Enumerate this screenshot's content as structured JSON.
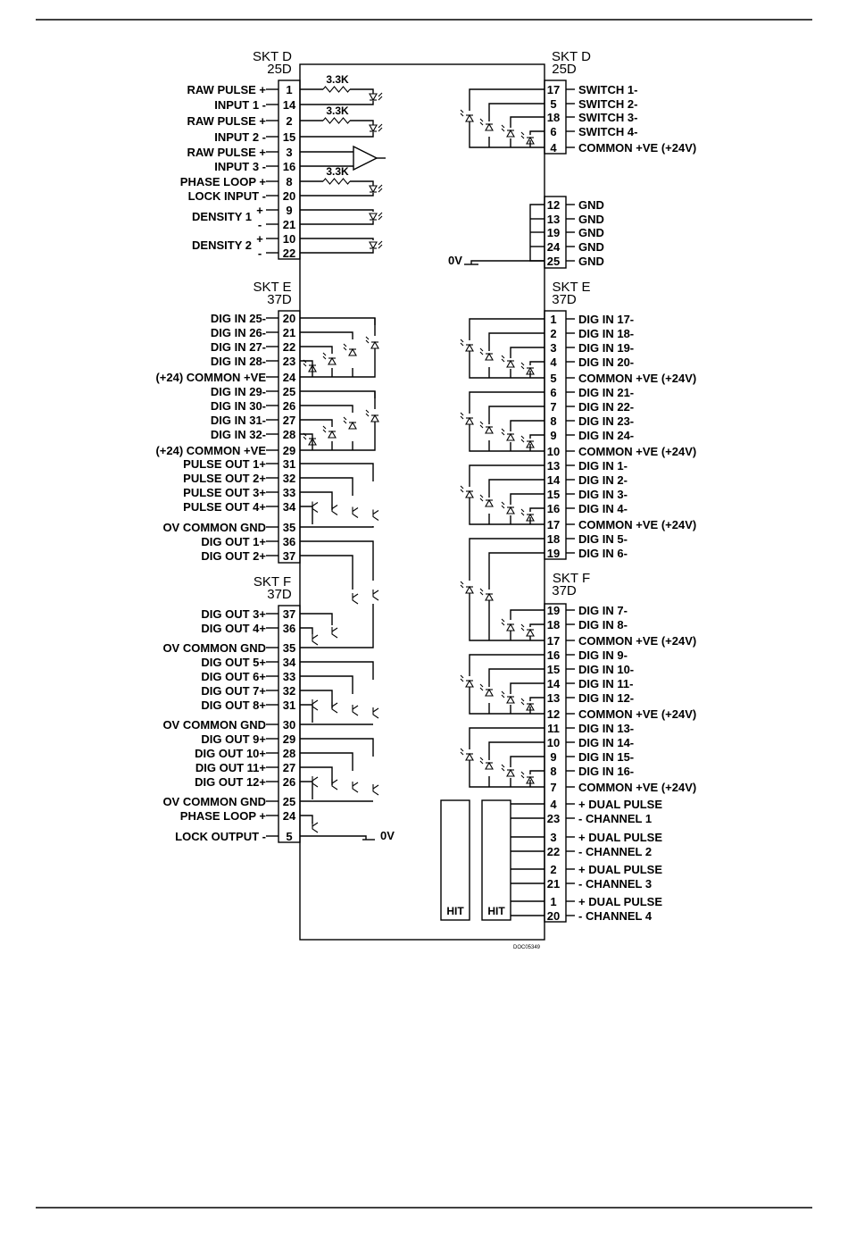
{
  "left": {
    "sktD": {
      "header": [
        "SKT D",
        "25D"
      ],
      "rows": [
        {
          "label": "RAW PULSE +",
          "pin": "1"
        },
        {
          "label": "INPUT 1 -",
          "pin": "14"
        },
        {
          "label": "RAW PULSE +",
          "pin": "2"
        },
        {
          "label": "INPUT 2 -",
          "pin": "15"
        },
        {
          "label": "RAW PULSE +",
          "pin": "3"
        },
        {
          "label": "INPUT 3 -",
          "pin": "16"
        },
        {
          "label": "PHASE LOOP +",
          "pin": "8"
        },
        {
          "label": "LOCK INPUT -",
          "pin": "20"
        },
        {
          "label": "",
          "pin": "9"
        },
        {
          "label": "",
          "pin": "21"
        },
        {
          "label": "",
          "pin": "10"
        },
        {
          "label": "",
          "pin": "22"
        }
      ],
      "density": [
        {
          "label": "DENSITY 1",
          "plus": "+",
          "minus": "-"
        },
        {
          "label": "DENSITY 2",
          "plus": "+",
          "minus": "-"
        }
      ],
      "resistors": [
        "3.3K",
        "3.3K",
        "3.3K"
      ]
    },
    "sktE": {
      "header": [
        "SKT E",
        "37D"
      ],
      "rows": [
        {
          "label": "DIG IN 25-",
          "pin": "20"
        },
        {
          "label": "DIG IN 26-",
          "pin": "21"
        },
        {
          "label": "DIG IN 27-",
          "pin": "22"
        },
        {
          "label": "DIG IN 28-",
          "pin": "23"
        },
        {
          "label": "(+24) COMMON +VE",
          "pin": "24"
        },
        {
          "label": "DIG IN 29-",
          "pin": "25"
        },
        {
          "label": "DIG IN 30-",
          "pin": "26"
        },
        {
          "label": "DIG IN 31-",
          "pin": "27"
        },
        {
          "label": "DIG IN 32-",
          "pin": "28"
        },
        {
          "label": "(+24) COMMON +VE",
          "pin": "29"
        },
        {
          "label": "PULSE OUT 1+",
          "pin": "31"
        },
        {
          "label": "PULSE OUT 2+",
          "pin": "32"
        },
        {
          "label": "PULSE OUT 3+",
          "pin": "33"
        },
        {
          "label": "PULSE OUT 4+",
          "pin": "34"
        },
        {
          "label": "OV COMMON GND",
          "pin": "35"
        },
        {
          "label": "DIG OUT 1+",
          "pin": "36"
        },
        {
          "label": "DIG OUT 2+",
          "pin": "37"
        }
      ]
    },
    "sktF": {
      "header": [
        "SKT F",
        "37D"
      ],
      "rows": [
        {
          "label": "DIG OUT 3+",
          "pin": "37"
        },
        {
          "label": "DIG OUT 4+",
          "pin": "36"
        },
        {
          "label": "OV COMMON GND",
          "pin": "35"
        },
        {
          "label": "DIG OUT 5+",
          "pin": "34"
        },
        {
          "label": "DIG OUT 6+",
          "pin": "33"
        },
        {
          "label": "DIG OUT 7+",
          "pin": "32"
        },
        {
          "label": "DIG OUT 8+",
          "pin": "31"
        },
        {
          "label": "OV COMMON GND",
          "pin": "30"
        },
        {
          "label": "DIG OUT 9+",
          "pin": "29"
        },
        {
          "label": "DIG OUT 10+",
          "pin": "28"
        },
        {
          "label": "DIG OUT 11+",
          "pin": "27"
        },
        {
          "label": "DIG OUT 12+",
          "pin": "26"
        },
        {
          "label": "OV COMMON GND",
          "pin": "25"
        },
        {
          "label": "PHASE LOOP +",
          "pin": "24"
        },
        {
          "label": "LOCK OUTPUT -",
          "pin": "5"
        }
      ],
      "ov_label": "0V"
    }
  },
  "right": {
    "sktD": {
      "header": [
        "SKT D",
        "25D"
      ],
      "rows": [
        {
          "label": "SWITCH 1-",
          "pin": "17"
        },
        {
          "label": "SWITCH 2-",
          "pin": "5"
        },
        {
          "label": "SWITCH 3-",
          "pin": "18"
        },
        {
          "label": "SWITCH 4-",
          "pin": "6"
        },
        {
          "label": "COMMON +VE (+24V)",
          "pin": "4"
        },
        {
          "label": "GND",
          "pin": "12"
        },
        {
          "label": "GND",
          "pin": "13"
        },
        {
          "label": "GND",
          "pin": "19"
        },
        {
          "label": "GND",
          "pin": "24"
        },
        {
          "label": "GND",
          "pin": "25"
        }
      ],
      "ov_label": "0V"
    },
    "sktE": {
      "header": [
        "SKT E",
        "37D"
      ],
      "rows": [
        {
          "label": "DIG IN 17-",
          "pin": "1"
        },
        {
          "label": "DIG IN 18-",
          "pin": "2"
        },
        {
          "label": "DIG IN 19-",
          "pin": "3"
        },
        {
          "label": "DIG IN 20-",
          "pin": "4"
        },
        {
          "label": "COMMON +VE (+24V)",
          "pin": "5"
        },
        {
          "label": "DIG IN 21-",
          "pin": "6"
        },
        {
          "label": "DIG IN 22-",
          "pin": "7"
        },
        {
          "label": "DIG IN 23-",
          "pin": "8"
        },
        {
          "label": "DIG IN 24-",
          "pin": "9"
        },
        {
          "label": "COMMON +VE (+24V)",
          "pin": "10"
        },
        {
          "label": "DIG IN 1-",
          "pin": "13"
        },
        {
          "label": "DIG IN 2-",
          "pin": "14"
        },
        {
          "label": "DIG IN 3-",
          "pin": "15"
        },
        {
          "label": "DIG IN 4-",
          "pin": "16"
        },
        {
          "label": "COMMON +VE (+24V)",
          "pin": "17"
        },
        {
          "label": "DIG IN 5-",
          "pin": "18"
        },
        {
          "label": "DIG IN 6-",
          "pin": "19"
        }
      ]
    },
    "sktF": {
      "header": [
        "SKT F",
        "37D"
      ],
      "rows": [
        {
          "label": "DIG IN 7-",
          "pin": "19"
        },
        {
          "label": "DIG IN 8-",
          "pin": "18"
        },
        {
          "label": "COMMON +VE (+24V)",
          "pin": "17"
        },
        {
          "label": "DIG IN 9-",
          "pin": "16"
        },
        {
          "label": "DIG IN 10-",
          "pin": "15"
        },
        {
          "label": "DIG IN 11-",
          "pin": "14"
        },
        {
          "label": "DIG IN 12-",
          "pin": "13"
        },
        {
          "label": "COMMON +VE (+24V)",
          "pin": "12"
        },
        {
          "label": "DIG IN 13-",
          "pin": "11"
        },
        {
          "label": "DIG IN 14-",
          "pin": "10"
        },
        {
          "label": "DIG IN 15-",
          "pin": "9"
        },
        {
          "label": "DIG IN 16-",
          "pin": "8"
        },
        {
          "label": "COMMON +VE (+24V)",
          "pin": "7"
        },
        {
          "label": "+ DUAL PULSE",
          "pin": "4"
        },
        {
          "label": "- CHANNEL 1",
          "pin": "23"
        },
        {
          "label": "+ DUAL PULSE",
          "pin": "3"
        },
        {
          "label": "- CHANNEL 2",
          "pin": "22"
        },
        {
          "label": "+ DUAL PULSE",
          "pin": "2"
        },
        {
          "label": "- CHANNEL 3",
          "pin": "21"
        },
        {
          "label": "+ DUAL PULSE",
          "pin": "1"
        },
        {
          "label": "- CHANNEL 4",
          "pin": "20"
        }
      ],
      "hit_labels": [
        "HIT",
        "HIT"
      ]
    }
  },
  "drawing_number": "DOC05349"
}
